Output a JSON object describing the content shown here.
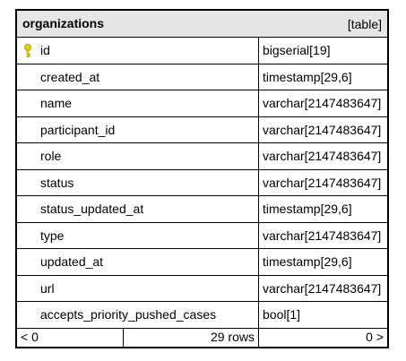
{
  "table": {
    "title": "organizations",
    "kind": "[table]",
    "columns": [
      {
        "name": "id",
        "type": "bigserial[19]",
        "primary_key": true
      },
      {
        "name": "created_at",
        "type": "timestamp[29,6]"
      },
      {
        "name": "name",
        "type": "varchar[2147483647]"
      },
      {
        "name": "participant_id",
        "type": "varchar[2147483647]"
      },
      {
        "name": "role",
        "type": "varchar[2147483647]"
      },
      {
        "name": "status",
        "type": "varchar[2147483647]"
      },
      {
        "name": "status_updated_at",
        "type": "timestamp[29,6]"
      },
      {
        "name": "type",
        "type": "varchar[2147483647]"
      },
      {
        "name": "updated_at",
        "type": "timestamp[29,6]"
      },
      {
        "name": "url",
        "type": "varchar[2147483647]"
      },
      {
        "name": "accepts_priority_pushed_cases",
        "type": "bool[1]"
      }
    ],
    "footer": {
      "prev": "< 0",
      "row_count": "29 rows",
      "next": "0 >"
    }
  },
  "icons": {
    "primary_key": "key-icon"
  },
  "colors": {
    "header_bg": "#e6e6e6",
    "key_icon": "#e8d400"
  }
}
